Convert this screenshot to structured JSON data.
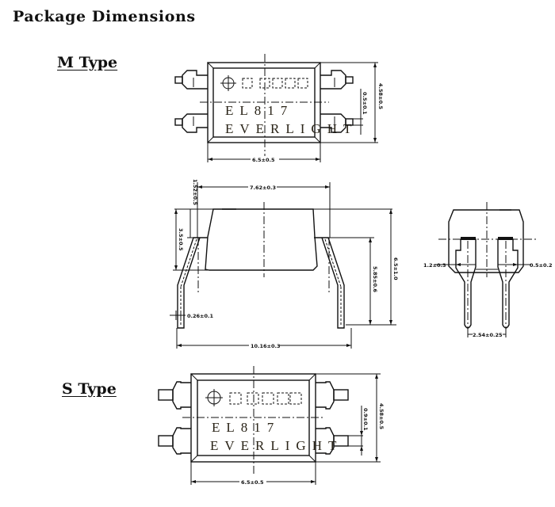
{
  "page": {
    "title": "Package Dimensions"
  },
  "m_type": {
    "label": "M Type",
    "top_view": {
      "marking_line1": "EL817",
      "marking_line2": "EVERLIGHT",
      "dim_width": "6.5±0.5",
      "dim_height": "4.58±0.5",
      "dim_pin_pitch_half": "0.5±0.1"
    },
    "side_view": {
      "dim_top_span": "7.62±0.3",
      "dim_standoff": "1.52±0.5",
      "dim_body_height": "3.5±0.5",
      "dim_lead_length": "5.85±0.6",
      "dim_total_height": "6.5±1.0",
      "dim_lead_thickness": "0.26±0.1",
      "dim_lead_span": "10.16±0.3"
    },
    "end_view": {
      "dim_left_width": "1.2±0.3",
      "dim_right_width": "0.5±0.2",
      "dim_pitch": "2.54±0.25"
    }
  },
  "s_type": {
    "label": "S Type",
    "top_view": {
      "marking_line1": "EL817",
      "marking_line2": "EVERLIGHT",
      "dim_width": "6.5±0.5",
      "dim_height": "4.58±0.5",
      "dim_pin_half": "0.9±0.1"
    }
  }
}
